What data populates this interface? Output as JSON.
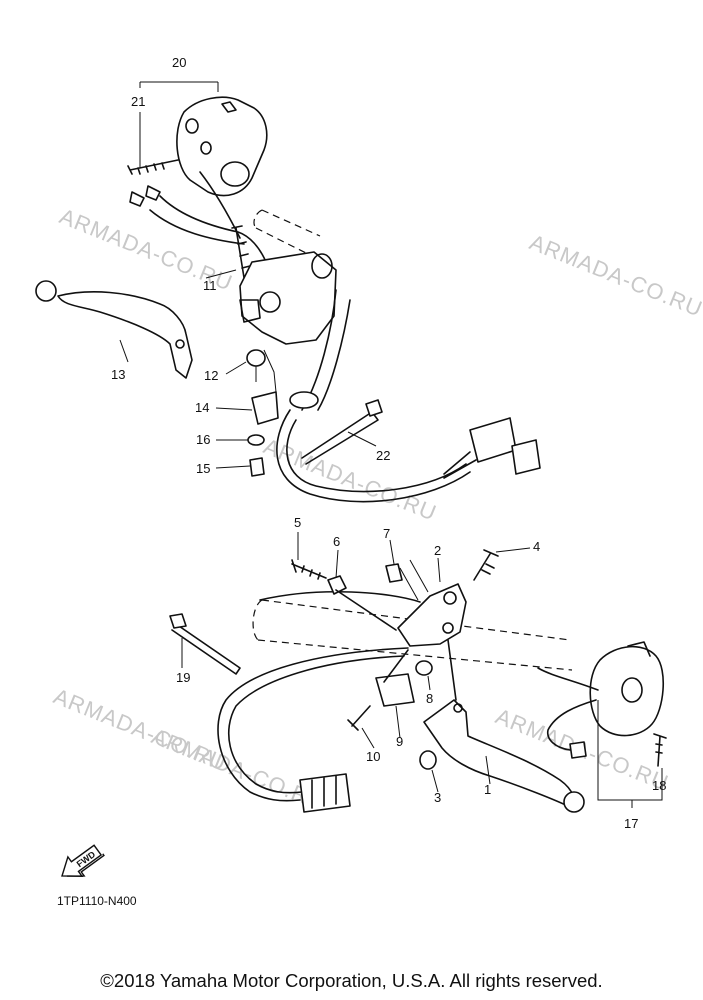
{
  "watermarks": [
    "ARMADA-CO.RU",
    "ARMADA-CO.RU",
    "ARMADA-CO.RU",
    "ARMADA-CO.RU",
    "ARMADA-CO.RU",
    "ARMADA-CO.RU"
  ],
  "callouts": [
    "1",
    "2",
    "3",
    "4",
    "5",
    "6",
    "7",
    "8",
    "9",
    "10",
    "11",
    "12",
    "13",
    "14",
    "15",
    "16",
    "17",
    "18",
    "19",
    "20",
    "21",
    "22"
  ],
  "fwd_label": "FWD",
  "diagram_code": "1TP1110-N400",
  "copyright": "©2018 Yamaha Motor Corporation, U.S.A. All rights reserved."
}
